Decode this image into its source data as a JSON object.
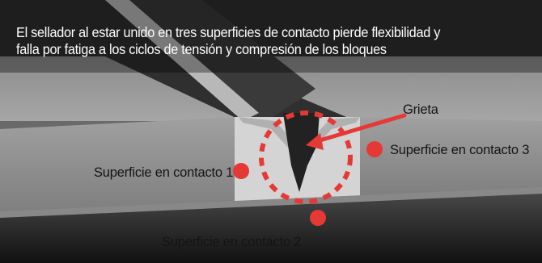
{
  "caption": {
    "line1": "El sellador al estar unido en tres superficies de contacto pierde flexibilidad y",
    "line2": "falla por fatiga a los ciclos de tensión y compresión de los bloques"
  },
  "labels": {
    "crack": "Grieta",
    "surface_1": "Superficie en contacto 1",
    "surface_2": "Superficie en contacto 2",
    "surface_3": "Superficie en contacto 3"
  },
  "colors": {
    "marker_red": "#e53935",
    "sealant": "#3a3a3a",
    "block": "#9a9a9a",
    "background": "#2b2b2b"
  }
}
